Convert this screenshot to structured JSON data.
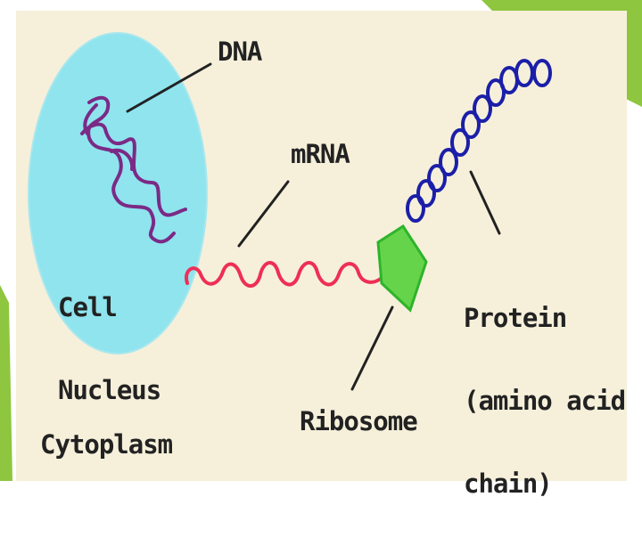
{
  "labels": {
    "dna": "DNA",
    "mrna": "mRNA",
    "nucleus": [
      "Cell",
      "Nucleus"
    ],
    "protein": [
      "Protein",
      "(amino acid",
      "chain)"
    ],
    "ribosome": "Ribosome",
    "cytoplasm": "Cytoplasm"
  },
  "colors": {
    "panel": "#f6f0db",
    "nucleus_fill": "#8fe4ee",
    "dna": "#7b2a86",
    "mrna": "#ee2f55",
    "ribosome": "#66d44a",
    "protein": "#1b1fa8",
    "slide_accent": "#8ec63f"
  }
}
